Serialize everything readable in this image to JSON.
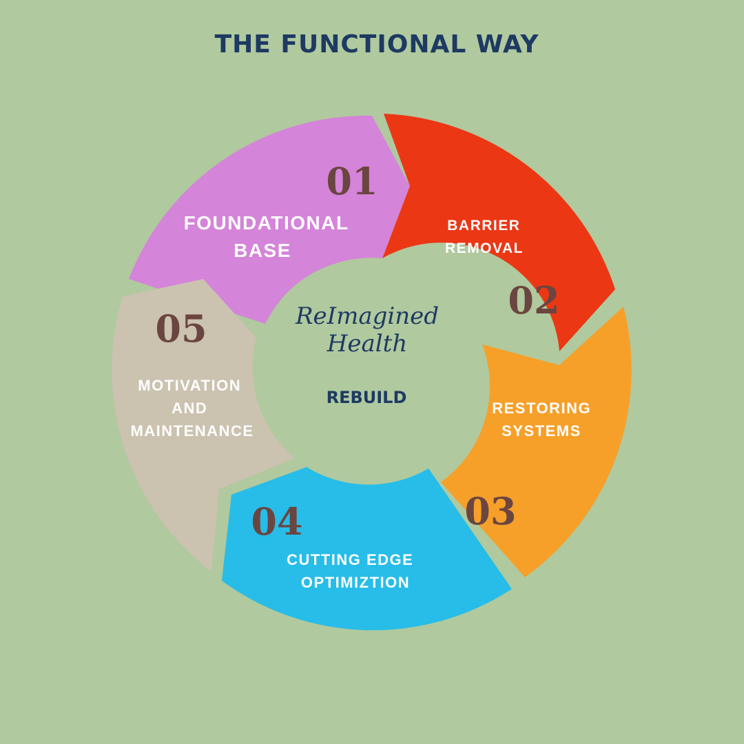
{
  "title": "THE FUNCTIONAL WAY",
  "colors": {
    "background": "#b0c99e",
    "title": "#1d3a63",
    "number": "#6b4540",
    "label": "#ffffff",
    "center_fill": "#b0c99e",
    "center_text": "#1d3a63"
  },
  "center": {
    "brand_line1": "ReImagined",
    "brand_line2": "Health",
    "label": "REBUILD"
  },
  "steps": [
    {
      "number": "01",
      "label_lines": [
        "FOUNDATIONAL",
        "BASE"
      ],
      "color": "#d484d9"
    },
    {
      "number": "02",
      "label_lines": [
        "BARRIER",
        "REMOVAL"
      ],
      "color": "#ec3715"
    },
    {
      "number": "03",
      "label_lines": [
        "RESTORING",
        "SYSTEMS"
      ],
      "color": "#f6a02a"
    },
    {
      "number": "04",
      "label_lines": [
        "CUTTING EDGE",
        "OPTIMIZTION"
      ],
      "color": "#27bde8"
    },
    {
      "number": "05",
      "label_lines": [
        "MOTIVATION",
        "AND",
        "MAINTENANCE"
      ],
      "color": "#cbc2b0"
    }
  ]
}
